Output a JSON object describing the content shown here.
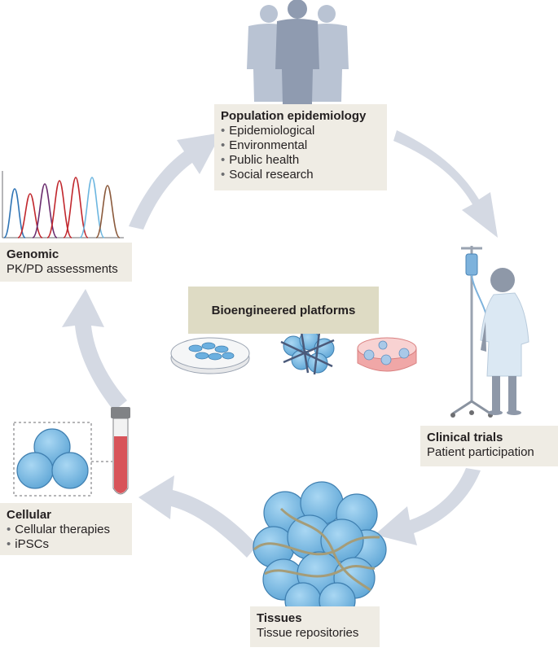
{
  "nodes": {
    "population": {
      "title": "Population epidemiology",
      "items": [
        "Epidemiological",
        "Environmental",
        "Public health",
        "Social research"
      ]
    },
    "genomic": {
      "title": "Genomic",
      "subtitle": "PK/PD assessments"
    },
    "clinical": {
      "title": "Clinical trials",
      "subtitle": "Patient participation"
    },
    "tissues": {
      "title": "Tissues",
      "subtitle": "Tissue repositories"
    },
    "cellular": {
      "title": "Cellular",
      "items": [
        "Cellular therapies",
        "iPSCs"
      ]
    }
  },
  "center": {
    "label": "Bioengineered platforms"
  },
  "colors": {
    "arrow": "#d4d9e3",
    "person": "#b9c3d3",
    "person_front": "#8f9bb0",
    "patient": "#8e98a8",
    "gown": "#dbe8f3",
    "cell": "#8ec6ea",
    "cell_edge": "#3f7fb0",
    "blood": "#d8545a",
    "fiber": "#a59c78",
    "label_box": "#efece4",
    "center_box": "#dedbc4"
  },
  "icons": [
    "people-group-icon",
    "chromatogram-icon",
    "patient-iv-icon",
    "tissue-cluster-icon",
    "blood-tube-icon",
    "cells-icon",
    "petri-dish-icon",
    "scaffold-icon",
    "culture-dish-icon"
  ]
}
